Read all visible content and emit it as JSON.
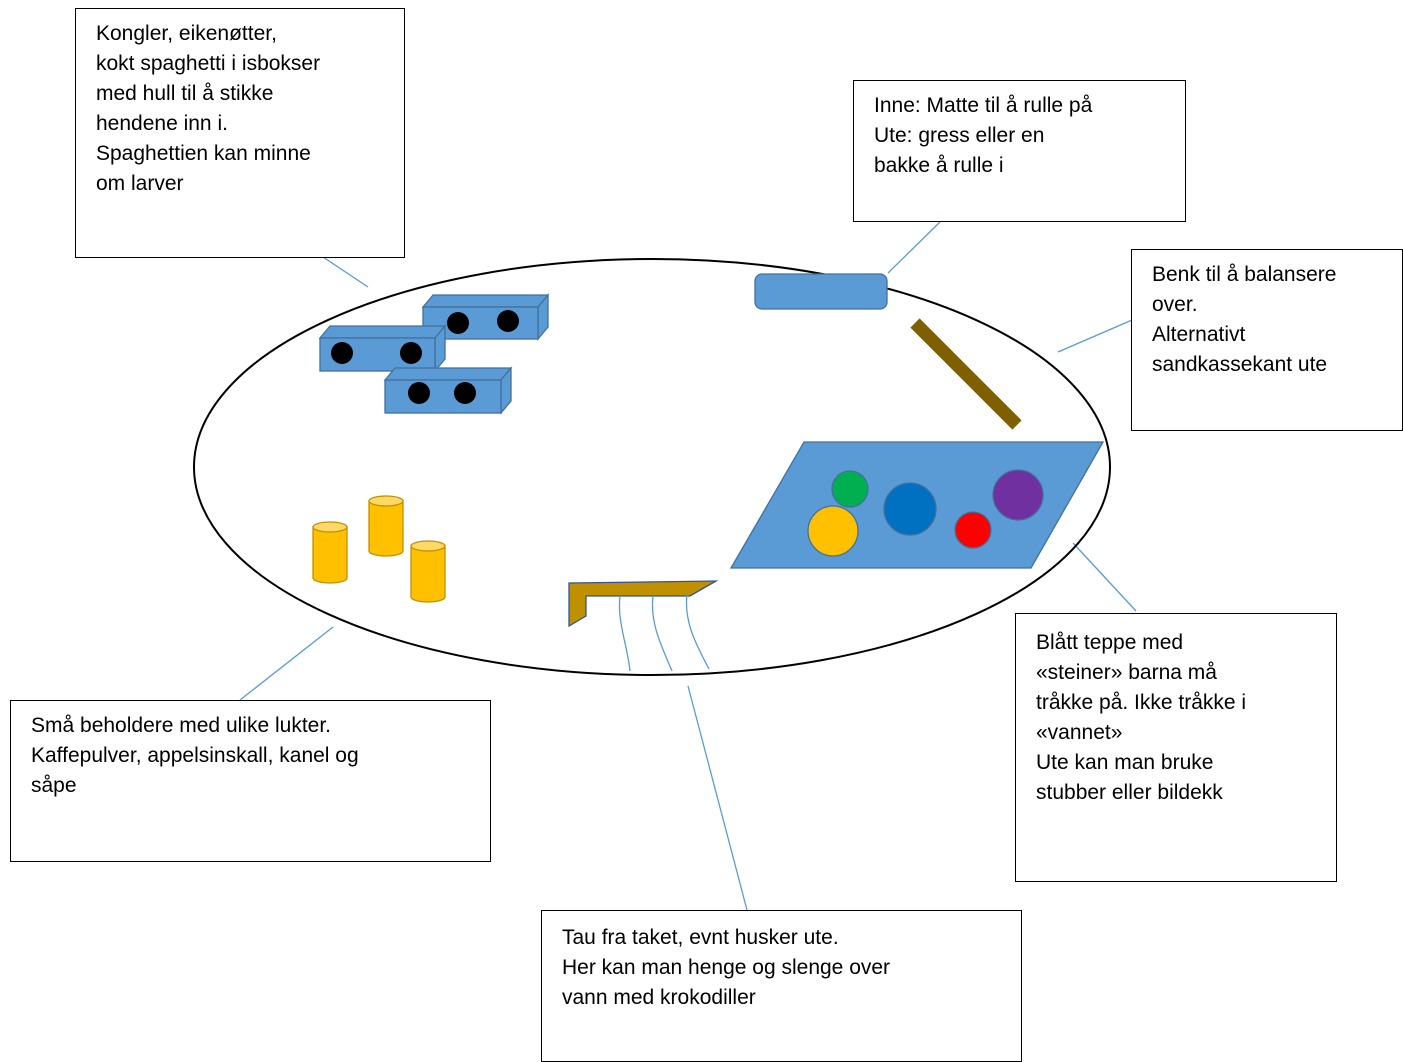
{
  "colors": {
    "blue_fill": "#5b9bd5",
    "blue_stroke": "#41719c",
    "yellow_fill": "#ffc000",
    "yellow_stroke": "#bf9000",
    "bench": "#7f6000",
    "rope_hook": "#bf9000",
    "green": "#00b050",
    "blue_stone": "#0070c0",
    "red": "#ff0000",
    "purple": "#7030a0",
    "connector": "#5b9bd5"
  },
  "boxes": {
    "spaghetti": {
      "lines": [
        "Kongler, eikenøtter,",
        "kokt spaghetti i isbokser",
        "med hull til å stikke",
        "hendene inn i.",
        "Spaghettien kan minne",
        "om larver"
      ]
    },
    "mat": {
      "lines": [
        "Inne: Matte til å rulle på",
        "Ute: gress eller en",
        "bakke å rulle i"
      ]
    },
    "bench": {
      "lines": [
        "Benk til å balansere",
        "over.",
        "Alternativt",
        "sandkassekant ute"
      ]
    },
    "smells": {
      "lines": [
        "Små beholdere med ulike lukter.",
        "Kaffepulver, appelsinskall, kanel og",
        "såpe"
      ]
    },
    "carpet": {
      "lines": [
        "Blått teppe med",
        "«steiner» barna må",
        "tråkke på. Ikke tråkke i",
        "«vannet»",
        "Ute kan man bruke",
        "stubber eller bildekk"
      ]
    },
    "rope": {
      "lines": [
        "Tau fra taket, evnt husker ute.",
        "Her kan man henge og slenge over",
        "vann med krokodiller"
      ]
    }
  }
}
